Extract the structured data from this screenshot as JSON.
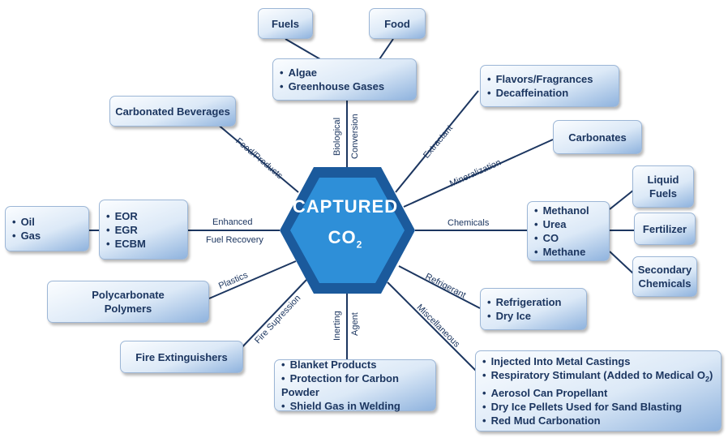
{
  "hub": {
    "title": "CAPTURED",
    "formula": "CO",
    "subscript": "2"
  },
  "edge_labels": {
    "biological_1": "Biological",
    "biological_2": "Conversion",
    "food_products": "Food/Products",
    "extractant": "Extractant",
    "mineralization": "Mineralization",
    "chemicals": "Chemicals",
    "enhanced": "Enhanced",
    "fuel_recovery": "Fuel Recovery",
    "plastics": "Plastics",
    "refrigerant": "Refrigerant",
    "fire_supression": "Fire Supression",
    "inerting": "Inerting",
    "agent": "Agent",
    "miscellaneous": "Miscellaneous"
  },
  "boxes": {
    "fuels": "Fuels",
    "food": "Food",
    "biological": [
      "Algae",
      "Greenhouse Gases"
    ],
    "carbonated_beverages": "Carbonated Beverages",
    "extractant": [
      "Flavors/Fragrances",
      "Decaffeination"
    ],
    "carbonates": "Carbonates",
    "liquid_fuels_1": "Liquid",
    "liquid_fuels_2": "Fuels",
    "chemicals": [
      "Methanol",
      "Urea",
      "CO",
      "Methane"
    ],
    "fertilizer": "Fertilizer",
    "secondary_1": "Secondary",
    "secondary_2": "Chemicals",
    "oil_gas": [
      "Oil",
      "Gas"
    ],
    "eor": [
      "EOR",
      "EGR",
      "ECBM"
    ],
    "polycarbonate_1": "Polycarbonate",
    "polycarbonate_2": "Polymers",
    "fire_extinguishers": "Fire Extinguishers",
    "inerting": [
      "Blanket Products",
      "Protection for Carbon Powder",
      "Shield Gas in Welding"
    ],
    "refrigerant": [
      "Refrigeration",
      "Dry Ice"
    ],
    "misc": [
      "Injected Into Metal Castings",
      "Respiratory Stimulant (Added to Medical O",
      "Aerosol Can Propellant",
      "Dry Ice Pellets Used for Sand Blasting",
      "Red Mud Carbonation"
    ],
    "misc_subscript": "2",
    "misc_suffix": ")"
  },
  "colors": {
    "hub_outer": "#1b5a9c",
    "hub_inner": "#2e8fd8",
    "line": "#1c3660"
  }
}
